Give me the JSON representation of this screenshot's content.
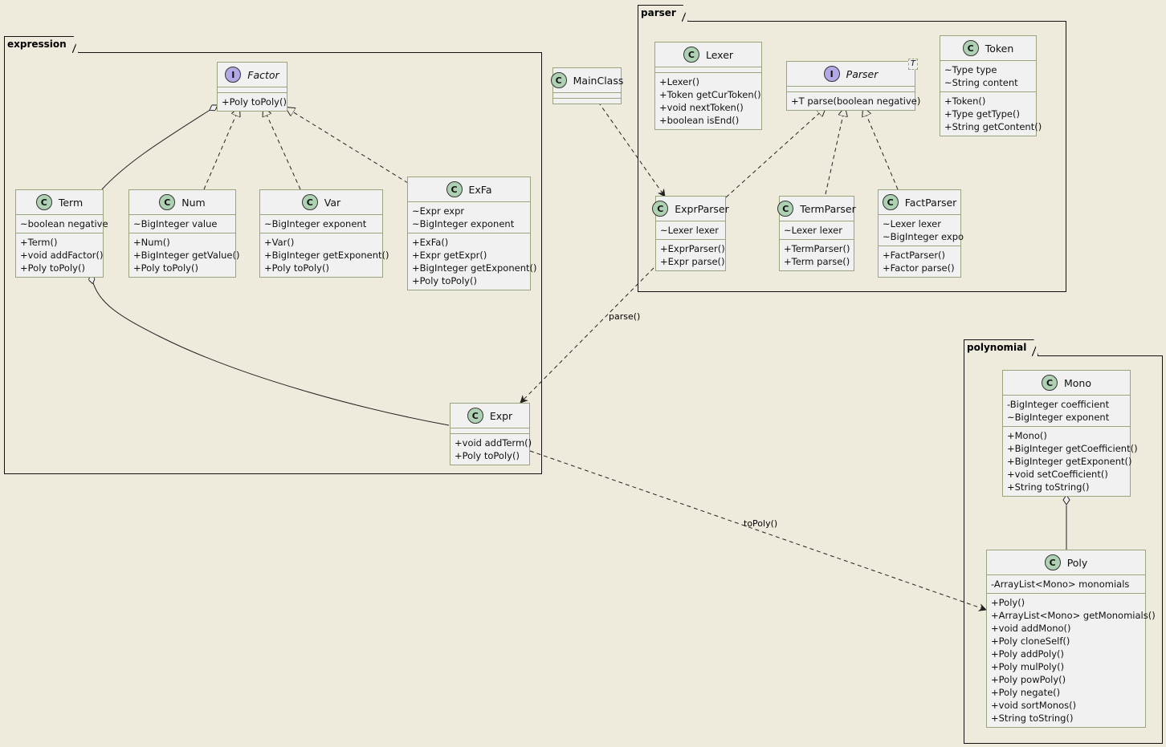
{
  "packages": {
    "expression": "expression",
    "parser": "parser",
    "polynomial": "polynomial"
  },
  "badges": {
    "class": "C",
    "interface": "I"
  },
  "classes": {
    "factor": {
      "name": "Factor",
      "methods": [
        "+Poly toPoly()"
      ]
    },
    "term": {
      "name": "Term",
      "fields": [
        "~boolean negative"
      ],
      "methods": [
        "+Term()",
        "+void addFactor()",
        "+Poly toPoly()"
      ]
    },
    "num": {
      "name": "Num",
      "fields": [
        "~BigInteger value"
      ],
      "methods": [
        "+Num()",
        "+BigInteger getValue()",
        "+Poly toPoly()"
      ]
    },
    "var": {
      "name": "Var",
      "fields": [
        "~BigInteger exponent"
      ],
      "methods": [
        "+Var()",
        "+BigInteger getExponent()",
        "+Poly toPoly()"
      ]
    },
    "exfa": {
      "name": "ExFa",
      "fields": [
        "~Expr expr",
        "~BigInteger exponent"
      ],
      "methods": [
        "+ExFa()",
        "+Expr getExpr()",
        "+BigInteger getExponent()",
        "+Poly toPoly()"
      ]
    },
    "expr": {
      "name": "Expr",
      "methods": [
        "+void addTerm()",
        "+Poly toPoly()"
      ]
    },
    "mainclass": {
      "name": "MainClass"
    },
    "lexer": {
      "name": "Lexer",
      "methods": [
        "+Lexer()",
        "+Token getCurToken()",
        "+void nextToken()",
        "+boolean isEnd()"
      ]
    },
    "parser": {
      "name": "Parser",
      "type_param": "T",
      "methods": [
        "+T parse(boolean negative)"
      ]
    },
    "token": {
      "name": "Token",
      "fields": [
        "~Type type",
        "~String content"
      ],
      "methods": [
        "+Token()",
        "+Type getType()",
        "+String getContent()"
      ]
    },
    "exprparser": {
      "name": "ExprParser",
      "fields": [
        "~Lexer lexer"
      ],
      "methods": [
        "+ExprParser()",
        "+Expr parse()"
      ]
    },
    "termparser": {
      "name": "TermParser",
      "fields": [
        "~Lexer lexer"
      ],
      "methods": [
        "+TermParser()",
        "+Term parse()"
      ]
    },
    "factparser": {
      "name": "FactParser",
      "fields": [
        "~Lexer lexer",
        "~BigInteger expo"
      ],
      "methods": [
        "+FactParser()",
        "+Factor parse()"
      ]
    },
    "mono": {
      "name": "Mono",
      "fields": [
        "-BigInteger coefficient",
        "~BigInteger exponent"
      ],
      "methods": [
        "+Mono()",
        "+BigInteger getCoefficient()",
        "+BigInteger getExponent()",
        "+void setCoefficient()",
        "+String toString()"
      ]
    },
    "poly": {
      "name": "Poly",
      "fields": [
        "-ArrayList<Mono> monomials"
      ],
      "methods": [
        "+Poly()",
        "+ArrayList<Mono> getMonomials()",
        "+void addMono()",
        "+Poly cloneSelf()",
        "+Poly addPoly()",
        "+Poly mulPoly()",
        "+Poly powPoly()",
        "+Poly negate()",
        "+void sortMonos()",
        "+String toString()"
      ]
    }
  },
  "edge_labels": {
    "parse": "parse()",
    "topoly": "toPoly()"
  },
  "colors": {
    "background": "#eeeadc",
    "class_fill": "#f1f1f1",
    "class_border": "#9aa57d",
    "class_badge": "#add1b2",
    "interface_badge": "#b4a7e5"
  }
}
